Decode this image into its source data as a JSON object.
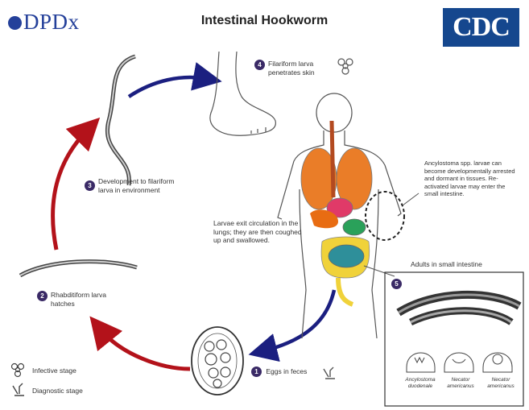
{
  "header": {
    "logo_text": "DPDx",
    "title": "Intestinal Hookworm",
    "cdc_logo": "CDC"
  },
  "stages": {
    "s1": {
      "number": "1",
      "label": "Eggs in feces"
    },
    "s2": {
      "number": "2",
      "label": "Rhabditiform larva hatches"
    },
    "s3": {
      "number": "3",
      "label": "Development to filariform larva in environment"
    },
    "s4": {
      "number": "4",
      "label": "Filariform larva penetrates skin"
    },
    "s5": {
      "number": "5",
      "label": "Adults in small intestine"
    }
  },
  "notes": {
    "circulation": "Larvae exit circulation in the lungs; they are then coughed up and swallowed.",
    "ancylostoma": "Ancylostoma spp. larvae can become developmentally arrested and dormant in tissues. Re-activated larvae may enter the small intestine."
  },
  "species": [
    "Ancylostoma duodenale",
    "Necator americanus",
    "Necator americanus"
  ],
  "legend": {
    "infective": "Infective stage",
    "diagnostic": "Diagnostic stage"
  },
  "colors": {
    "human_to_env_arrow": "#b3121a",
    "env_to_human_arrow": "#1b1f80",
    "badge": "#3a2a66",
    "cdc_blue": "#15478e",
    "dpdx_blue": "#24409a"
  },
  "icons": [
    "biohazard-icon",
    "microscope-icon"
  ]
}
